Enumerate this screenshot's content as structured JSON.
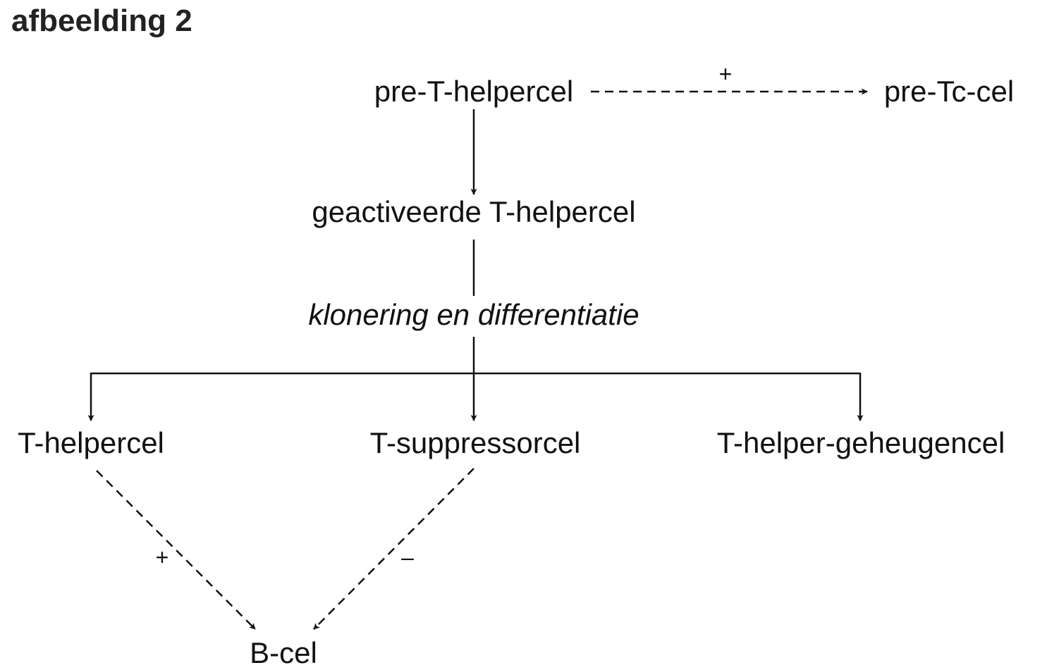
{
  "figure": {
    "heading": "afbeelding 2"
  },
  "nodes": {
    "pre_t_helper": "pre-T-helpercel",
    "pre_tc": "pre-Tc-cel",
    "activated_t_helper": "geactiveerde T-helpercel",
    "process": "klonering en differentiatie",
    "t_helper": "T-helpercel",
    "t_suppressor": "T-suppressorcel",
    "t_helper_memory": "T-helper-geheugencel",
    "b_cel": "B-cel"
  },
  "effects": {
    "pre_t_helper_to_pre_tc": "+",
    "t_helper_to_b_cel": "+",
    "t_suppressor_to_b_cel": "–"
  }
}
